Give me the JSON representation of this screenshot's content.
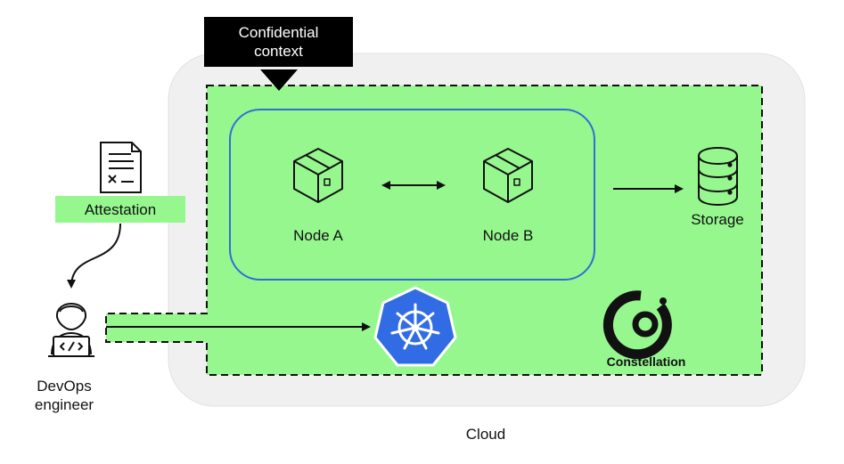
{
  "diagram": {
    "confidential_context": "Confidential\ncontext",
    "node_a": "Node A",
    "node_b": "Node B",
    "storage": "Storage",
    "attestation": "Attestation",
    "devops_engineer": "DevOps\nengineer",
    "cloud": "Cloud",
    "constellation": "Constellation"
  },
  "colors": {
    "confidential_fill": "#96f78f",
    "node_group_border": "#2f6fd6",
    "cloud_fill": "#f0f0f0",
    "kubernetes_blue": "#326ce5",
    "callout_black": "#000000"
  },
  "icons": {
    "node_a": "package-box-icon",
    "node_b": "package-box-icon",
    "storage": "database-icon",
    "attestation": "document-signature-icon",
    "devops_engineer": "developer-laptop-icon",
    "kubernetes": "kubernetes-helm-icon",
    "constellation": "constellation-logo-icon"
  }
}
